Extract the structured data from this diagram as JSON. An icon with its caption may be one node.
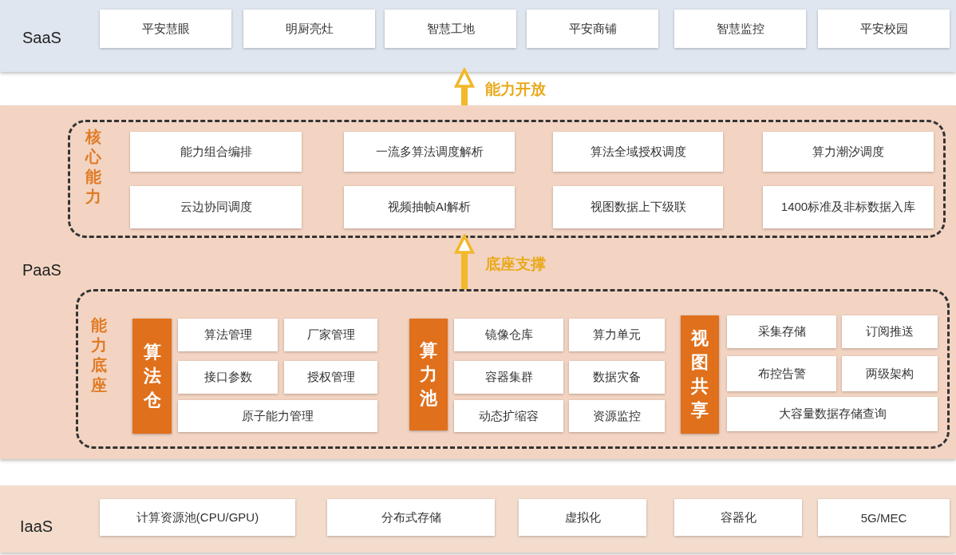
{
  "diagram": {
    "nodes": [
      {
        "text": [
          "SaaS"
        ]
      },
      {
        "text": [
          "平安慧眼"
        ],
        "in": 0
      },
      {
        "text": [
          "明厨亮灶"
        ],
        "in": 0
      },
      {
        "text": [
          "智慧工地"
        ],
        "in": 0
      },
      {
        "text": [
          "平安商铺"
        ],
        "in": 0
      },
      {
        "text": [
          "智慧监控"
        ],
        "in": 0
      },
      {
        "text": [
          "平安校园"
        ],
        "in": 0
      },
      {
        "text": [
          "PaaS"
        ]
      },
      {
        "text": [
          "核心能力"
        ],
        "in": 7
      },
      {
        "text": [
          "能力组合编排"
        ],
        "in": 8
      },
      {
        "text": [
          "一流多算法调度解析"
        ],
        "in": 8
      },
      {
        "text": [
          "算法全域授权调度"
        ],
        "in": 8
      },
      {
        "text": [
          "算力潮汐调度"
        ],
        "in": 8
      },
      {
        "text": [
          "云边协同调度"
        ],
        "in": 8
      },
      {
        "text": [
          "视频抽帧AI解析"
        ],
        "in": 8
      },
      {
        "text": [
          "视图数据上下级联"
        ],
        "in": 8
      },
      {
        "text": [
          "1400标准及非标数据入库"
        ],
        "in": 8
      },
      {
        "text": [
          "能力底座"
        ],
        "in": 7
      },
      {
        "text": [
          "算法仓"
        ],
        "in": 17
      },
      {
        "text": [
          "算法管理"
        ],
        "in": 17
      },
      {
        "text": [
          "厂家管理"
        ],
        "in": 17
      },
      {
        "text": [
          "接口参数"
        ],
        "in": 17
      },
      {
        "text": [
          "授权管理"
        ],
        "in": 17
      },
      {
        "text": [
          "原子能力管理"
        ],
        "in": 17
      },
      {
        "text": [
          "算力池"
        ],
        "in": 17
      },
      {
        "text": [
          "镜像仓库"
        ],
        "in": 17
      },
      {
        "text": [
          "算力单元"
        ],
        "in": 17
      },
      {
        "text": [
          "容器集群"
        ],
        "in": 17
      },
      {
        "text": [
          "数据灾备"
        ],
        "in": 17
      },
      {
        "text": [
          "动态扩缩容"
        ],
        "in": 17
      },
      {
        "text": [
          "资源监控"
        ],
        "in": 17
      },
      {
        "text": [
          "视图共享"
        ],
        "in": 17
      },
      {
        "text": [
          "采集存储"
        ],
        "in": 17
      },
      {
        "text": [
          "订阅推送"
        ],
        "in": 17
      },
      {
        "text": [
          "布控告警"
        ],
        "in": 17
      },
      {
        "text": [
          "两级架构"
        ],
        "in": 17
      },
      {
        "text": [
          "大容量数据存储查询"
        ],
        "in": 17
      },
      {
        "text": [
          "IaaS"
        ]
      },
      {
        "text": [
          "计算资源池(CPU/GPU)"
        ],
        "in": 37
      },
      {
        "text": [
          "分布式存储"
        ],
        "in": 37
      },
      {
        "text": [
          "虚拟化"
        ],
        "in": 37
      },
      {
        "text": [
          "容器化"
        ],
        "in": 37
      },
      {
        "text": [
          "5G/MEC"
        ],
        "in": 37
      }
    ],
    "edges": [
      {
        "from": 7,
        "to": 0,
        "arrow": "to",
        "label": "能力开放"
      },
      {
        "from": 17,
        "to": 8,
        "arrow": "to",
        "label": "底座支撑"
      }
    ]
  }
}
